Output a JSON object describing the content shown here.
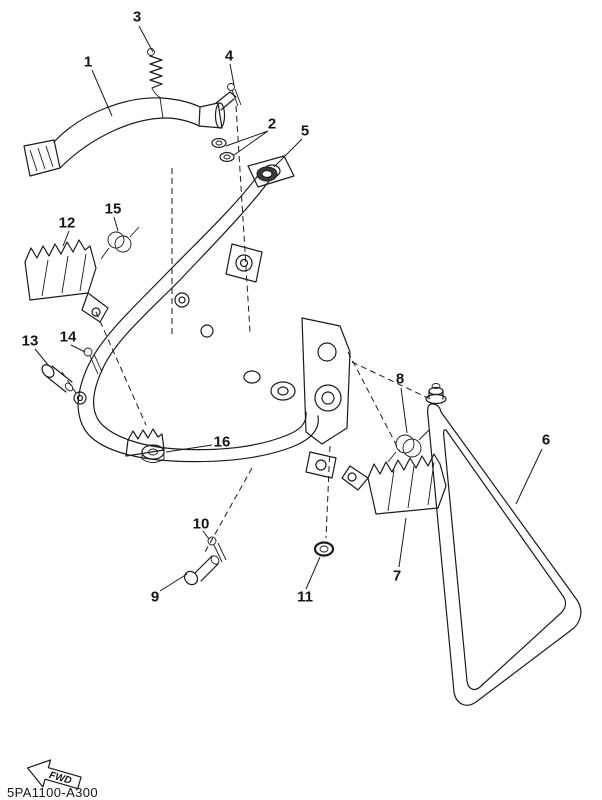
{
  "diagram": {
    "code": "5PA1100-A300",
    "fwd_label": "FWD",
    "callouts": [
      {
        "label": "1"
      },
      {
        "label": "2"
      },
      {
        "label": "3"
      },
      {
        "label": "4"
      },
      {
        "label": "5"
      },
      {
        "label": "6"
      },
      {
        "label": "7"
      },
      {
        "label": "8"
      },
      {
        "label": "9"
      },
      {
        "label": "10"
      },
      {
        "label": "11"
      },
      {
        "label": "12"
      },
      {
        "label": "13"
      },
      {
        "label": "14"
      },
      {
        "label": "15"
      },
      {
        "label": "16"
      }
    ]
  }
}
